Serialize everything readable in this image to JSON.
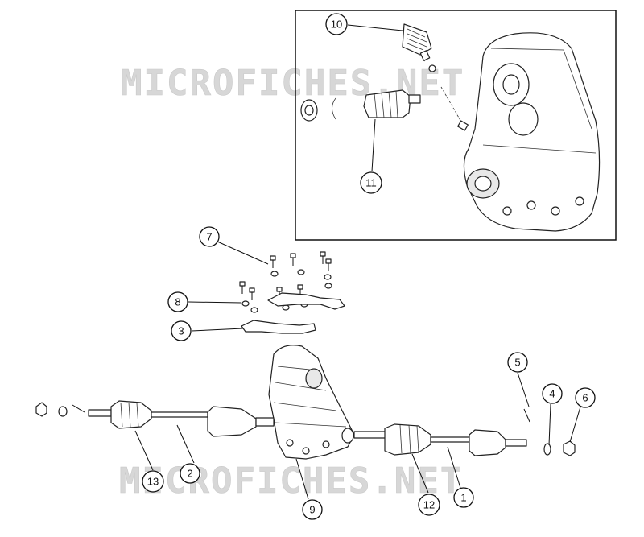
{
  "watermark": {
    "top_text": "MICROFICHES.NET",
    "bottom_text": "MICROFICHES.NET"
  },
  "callouts": [
    {
      "id": "1",
      "label": "1"
    },
    {
      "id": "2",
      "label": "2"
    },
    {
      "id": "3",
      "label": "3"
    },
    {
      "id": "4",
      "label": "4"
    },
    {
      "id": "5",
      "label": "5"
    },
    {
      "id": "6",
      "label": "6"
    },
    {
      "id": "7",
      "label": "7"
    },
    {
      "id": "8",
      "label": "8"
    },
    {
      "id": "9",
      "label": "9"
    },
    {
      "id": "10",
      "label": "10"
    },
    {
      "id": "11",
      "label": "11"
    },
    {
      "id": "12",
      "label": "12"
    },
    {
      "id": "13",
      "label": "13"
    }
  ]
}
